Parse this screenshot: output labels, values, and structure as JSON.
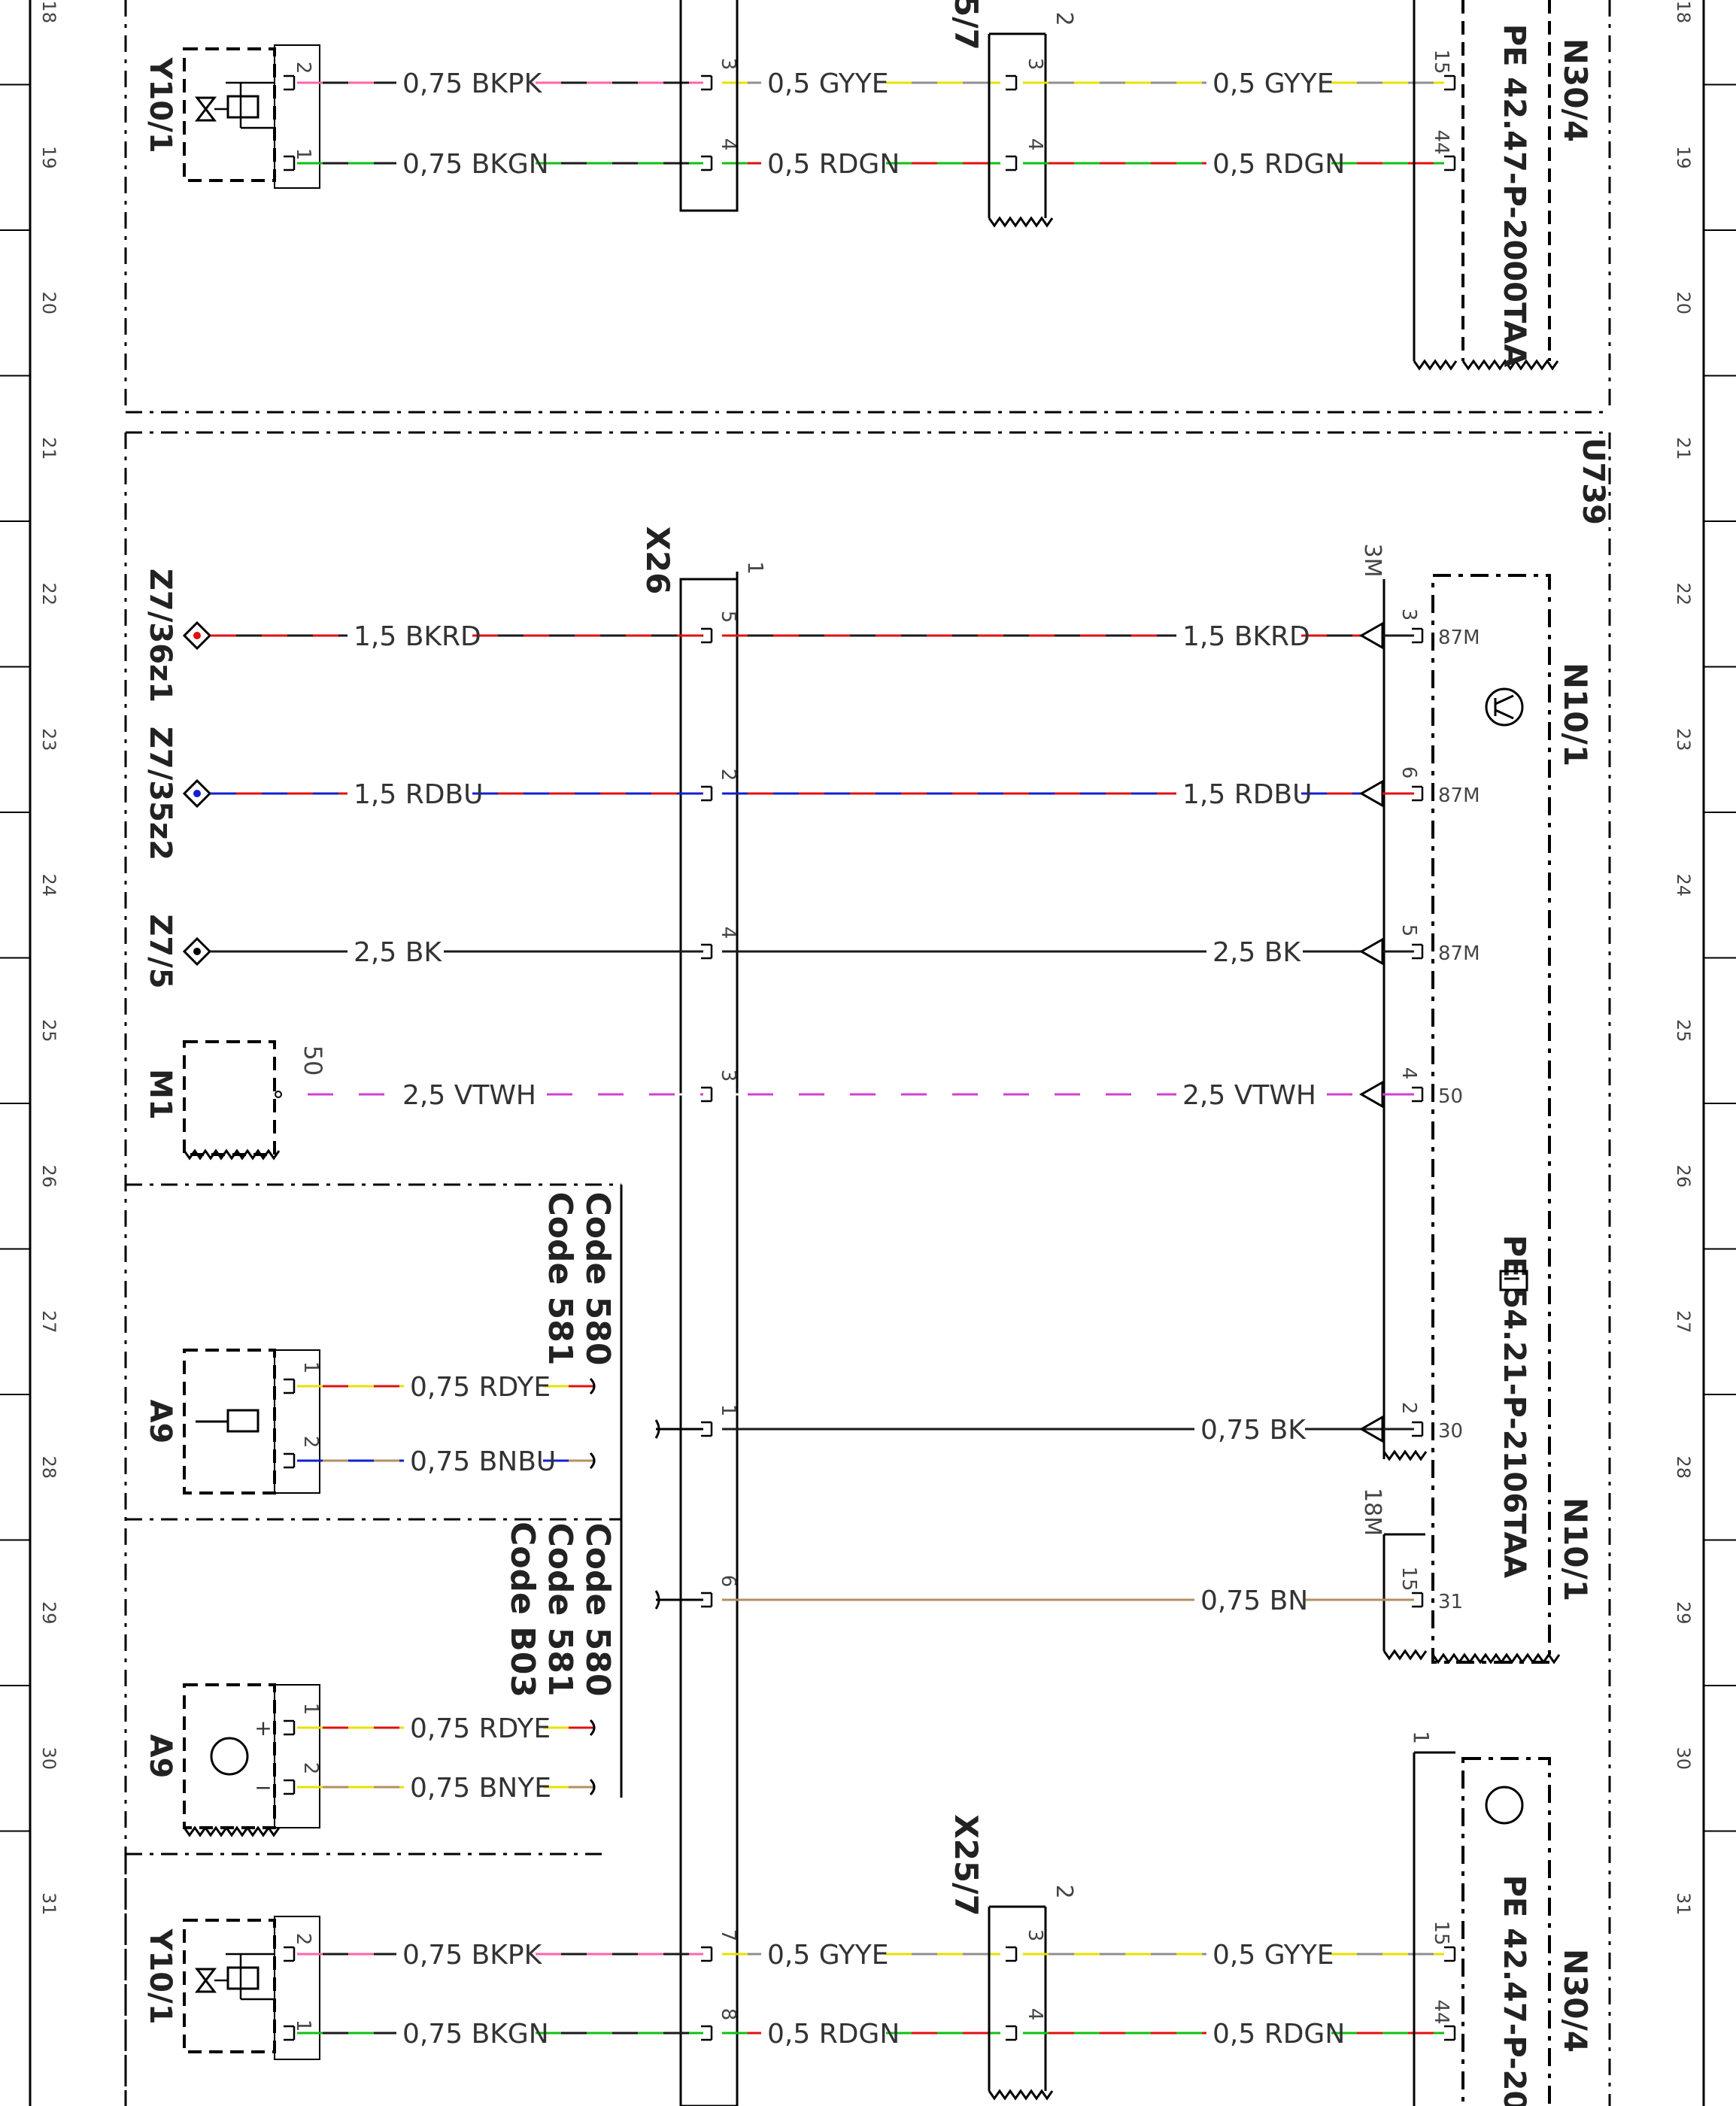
{
  "rows": [
    "18",
    "19",
    "20",
    "21",
    "22",
    "23",
    "24",
    "25",
    "26",
    "27",
    "28",
    "29",
    "30",
    "31"
  ],
  "colors": {
    "BK": "#1a1a1a",
    "RD": "#e01010",
    "GN": "#10c010",
    "YE": "#e8e000",
    "GY": "#909090",
    "PK": "#ff66aa",
    "BU": "#1020d0",
    "VT": "#d040d0",
    "WH": "#ffffff",
    "BN": "#b09060"
  },
  "top_section": {
    "label_y10": "Y10/1",
    "x25_label": "5/7",
    "x25_bracket": "2",
    "n30_label": "N30/4",
    "pe_label": "PE 42.47-P-2000TAA",
    "wires": [
      {
        "left": "0,75 BKPK",
        "right1": "0,5 GYYE",
        "right2": "0,5 GYYE",
        "pin_y10": "2",
        "pin_x26": "3",
        "pin_x25": "3",
        "pin_n30": "15"
      },
      {
        "left": "0,75 BKGN",
        "right1": "0,5 RDGN",
        "right2": "0,5 RDGN",
        "pin_y10": "1",
        "pin_x26": "4",
        "pin_x25": "4",
        "pin_n30": "44"
      }
    ]
  },
  "middle_section": {
    "u_label": "U739",
    "x26_label": "X26",
    "x26_bracket": "1",
    "n10_label": "N10/1",
    "n10_label2": "N10/1",
    "pe_label": "PE 54.21-P-2106TAA",
    "conn_3m": "3M",
    "conn_18m": "18M",
    "sources": [
      {
        "label": "Z7/36z1",
        "wire": "1,5 BKRD",
        "pin_x26": "5",
        "right_wire": "1,5 BKRD",
        "pin_n10": "3",
        "term": "87M"
      },
      {
        "label": "Z7/35z2",
        "wire": "1,5 RDBU",
        "pin_x26": "2",
        "right_wire": "1,5 RDBU",
        "pin_n10": "6",
        "term": "87M"
      },
      {
        "label": "Z7/5",
        "wire": "2,5 BK",
        "pin_x26": "4",
        "right_wire": "2,5 BK",
        "pin_n10": "5",
        "term": "87M"
      },
      {
        "label": "M1",
        "wire": "2,5 VTWH",
        "pin_x26": "3",
        "right_wire": "2,5 VTWH",
        "pin_n10": "4",
        "term": "50",
        "src_pin": "50"
      }
    ],
    "x26_extra": [
      {
        "pin_x26": "1",
        "right_wire": "0,75 BK",
        "pin_n10": "2",
        "term": "30"
      },
      {
        "pin_x26": "6",
        "right_wire": "0,75 BN",
        "pin_n10": "15",
        "term": "31"
      }
    ],
    "code_block_1": {
      "line1": "Code 580",
      "line2": "Code 581"
    },
    "code_block_2": {
      "line1": "Code 580",
      "line2": "Code 581",
      "line3": "Code B03"
    },
    "a9_1": {
      "label": "A9",
      "wires": [
        {
          "pin": "1",
          "wire": "0,75 RDYE"
        },
        {
          "pin": "2",
          "wire": "0,75 BNBU"
        }
      ]
    },
    "a9_2": {
      "label": "A9",
      "wires": [
        {
          "pin": "1",
          "wire": "0,75 RDYE",
          "sign": "+"
        },
        {
          "pin": "2",
          "wire": "0,75 BNYE",
          "sign": "−"
        }
      ]
    }
  },
  "bottom_section": {
    "label_y10": "Y10/1",
    "x25_label": "X25/7",
    "x25_bracket": "2",
    "n30_label": "N30/4",
    "n30_bracket": "1",
    "pe_label": "PE 42.47-P-20",
    "wires": [
      {
        "left": "0,75 BKPK",
        "right1": "0,5 GYYE",
        "right2": "0,5 GYYE",
        "pin_y10": "2",
        "pin_x26": "7",
        "pin_x25": "3",
        "pin_n30": "15"
      },
      {
        "left": "0,75 BKGN",
        "right1": "0,5 RDGN",
        "right2": "0,5 RDGN",
        "pin_y10": "1",
        "pin_x26": "8",
        "pin_x25": "4",
        "pin_n30": "44"
      }
    ]
  }
}
